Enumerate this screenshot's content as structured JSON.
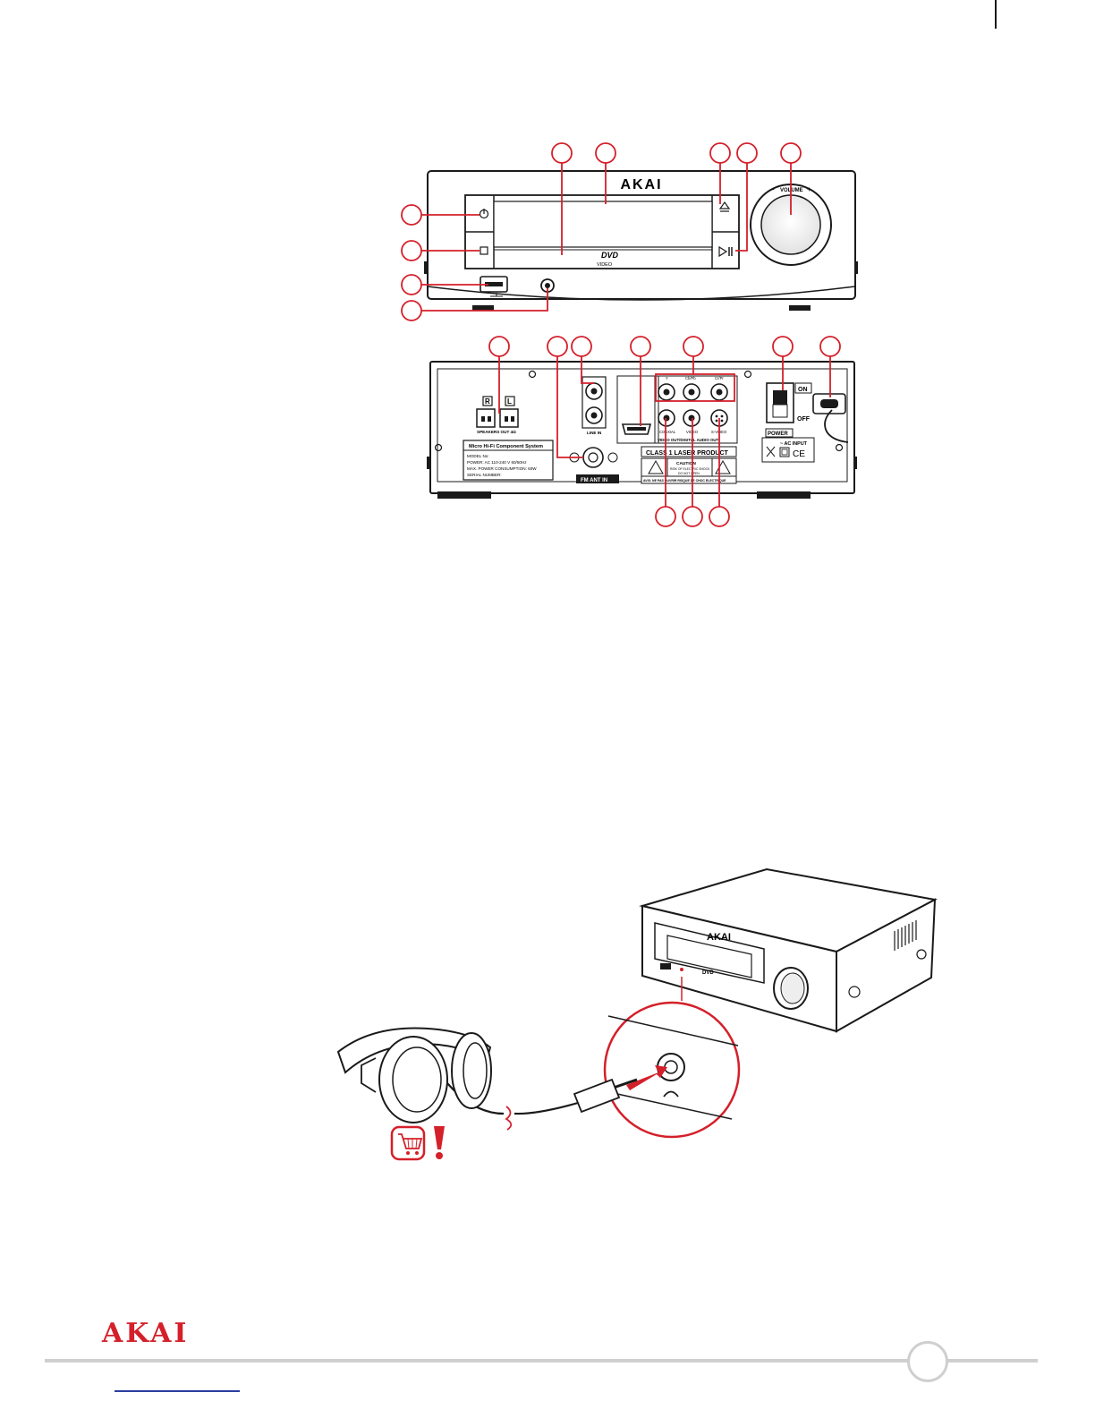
{
  "brand": {
    "name": "AKAI",
    "color": "#d4202a"
  },
  "front_panel": {
    "brand": "AKAI",
    "volume_label": "VOLUME",
    "disc_logo_top": "DVD",
    "disc_logo_bottom": "VIDEO",
    "minus": "–",
    "plus": "+"
  },
  "rear_panel": {
    "speaker_r": "R",
    "speaker_l": "L",
    "speakers_out": "SPEAKERS OUT 4Ω",
    "info_title": "Micro Hi-Fi Component System",
    "info_lines": [
      "MODEL No:",
      "POWER: AC 110-240 V      60/50Hz",
      "MAX. POWER CONSUMPTION: 60W",
      "SERIAL NUMBER:"
    ],
    "line_in": "LINE IN",
    "fm_ant": "FM ANT IN",
    "av_top_labels": [
      "Y",
      "Cb/Pb",
      "Cr/Pr"
    ],
    "av_bottom_labels": [
      "COAXIAL",
      "VIDEO",
      "S-VIDEO"
    ],
    "video_out": "VIDEO OUT/DIGITAL AUDIO OUT",
    "laser": "CLASS 1 LASER PRODUCT",
    "caution_title": "CAUTION",
    "caution_line1": "RISK OF ELECTRIC SHOCK",
    "caution_line2": "DO NOT OPEN",
    "avis": "AVIS: NE PAS OUVRIR RISQUE DE CHOC ELECTRIQUE",
    "on": "ON",
    "off": "OFF",
    "power": "POWER",
    "ac_input": "~ AC INPUT",
    "ce": "CE"
  },
  "illustration": {
    "unit_brand": "AKAI",
    "disc_logo": "DVD"
  },
  "icons": [
    "shopping-cart-icon",
    "warning-exclamation-icon"
  ],
  "colors": {
    "callout": "#d4202a",
    "outline": "#1a1a1a",
    "rule": "#cfcfcf"
  }
}
